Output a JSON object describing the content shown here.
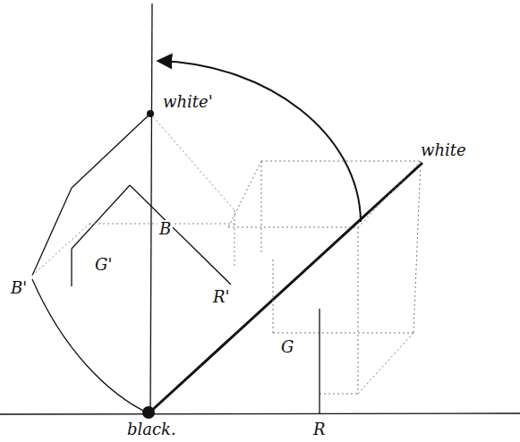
{
  "diagram": {
    "labels": [
      "white'",
      "white",
      "B",
      "B'",
      "G'",
      "R'",
      "G",
      "black.",
      "R"
    ]
  }
}
